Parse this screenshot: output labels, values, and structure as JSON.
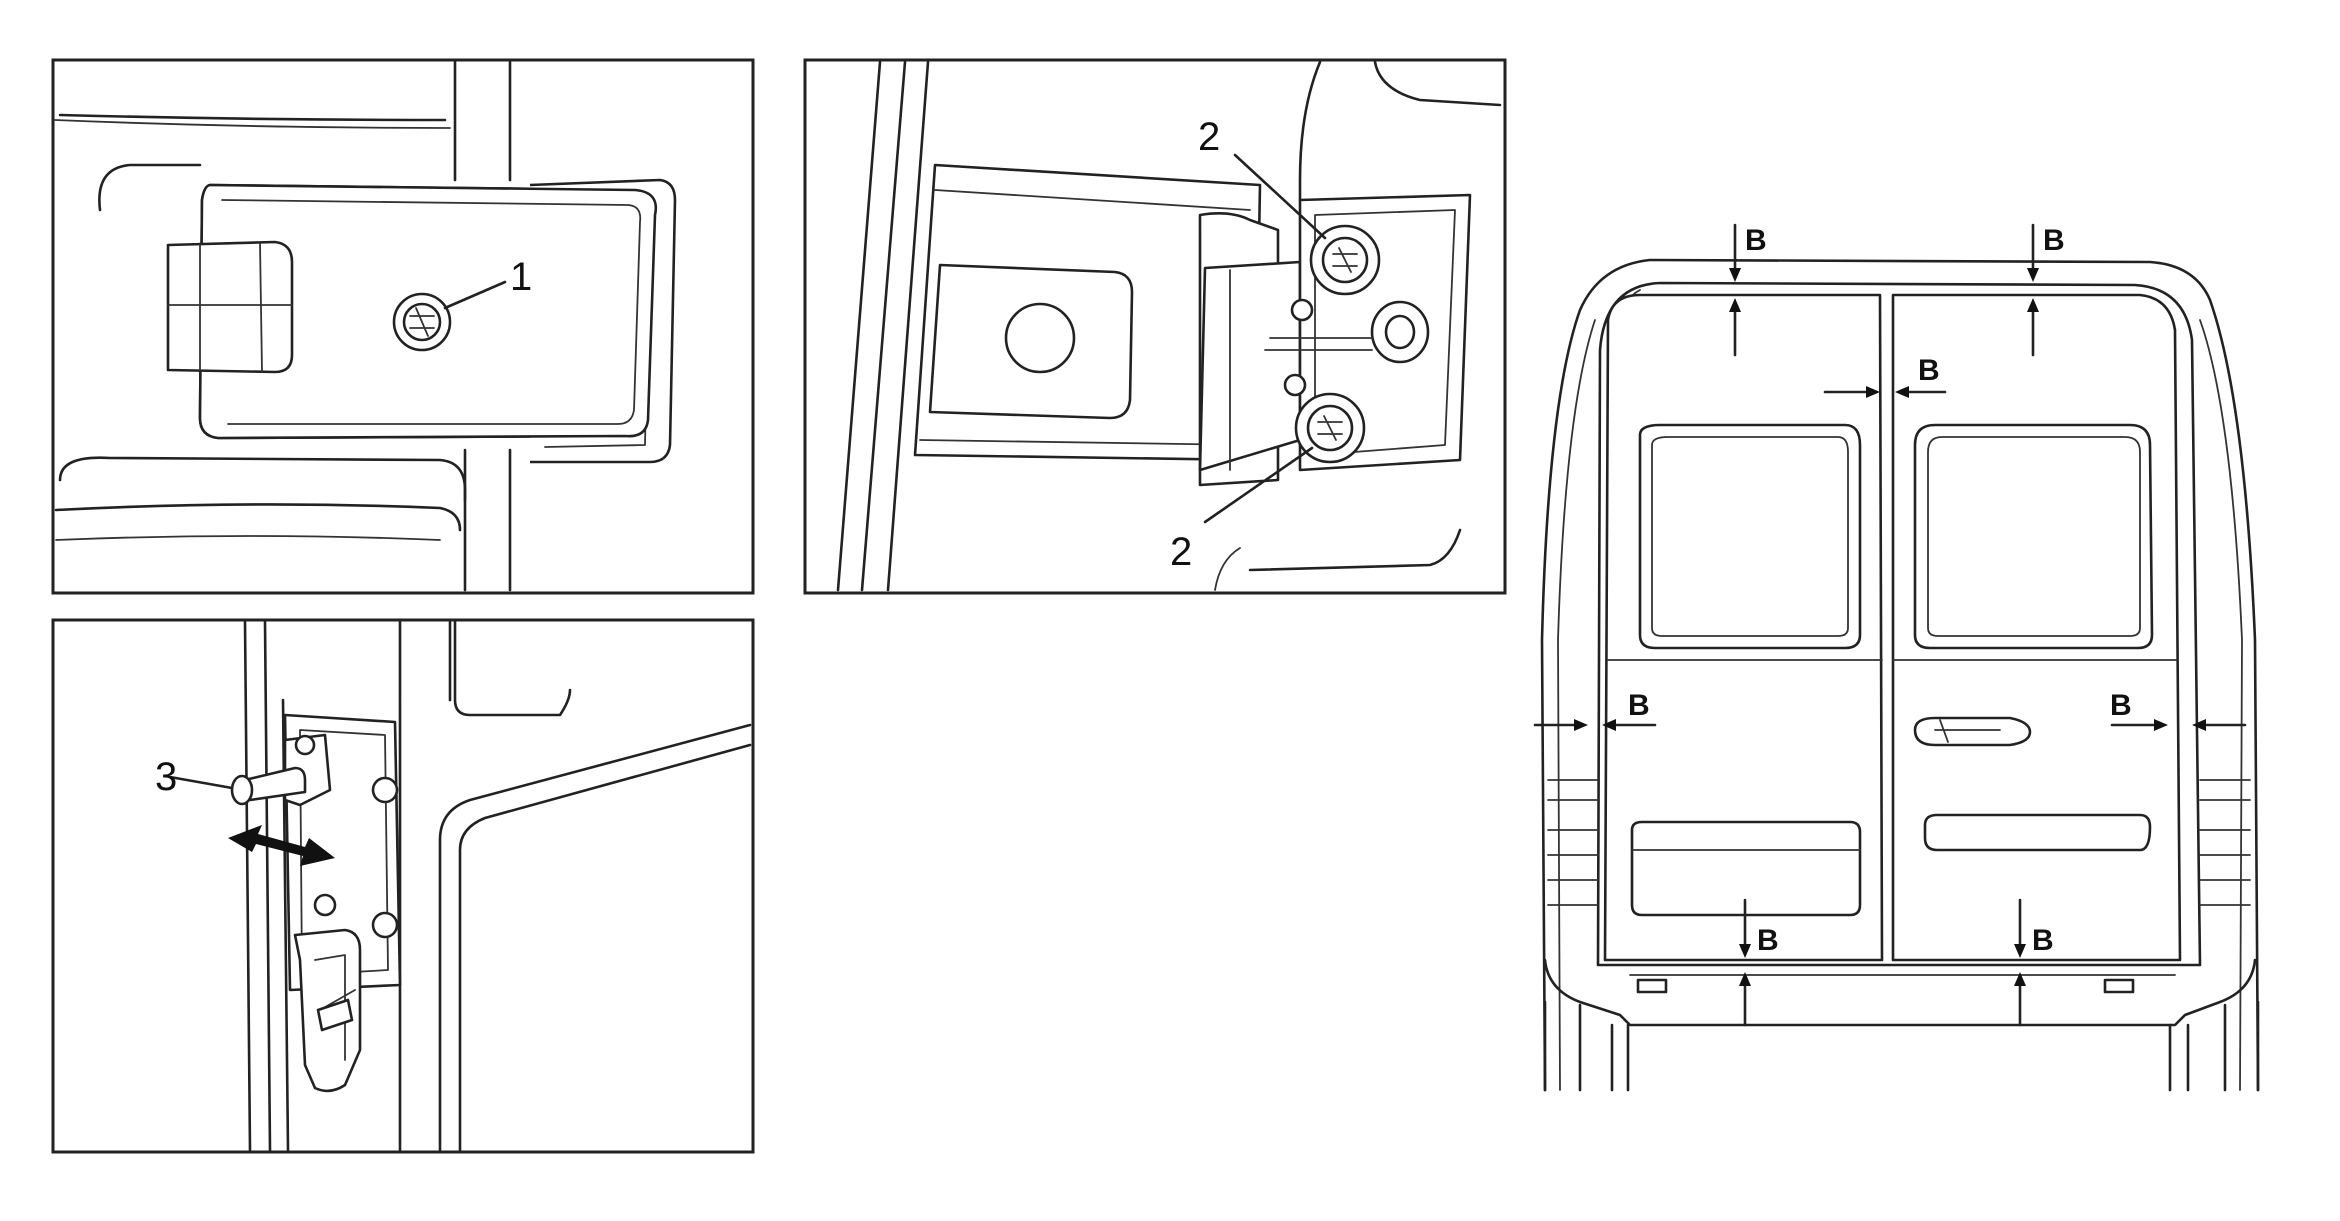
{
  "figure": {
    "panels": [
      {
        "id": "hinge-bolt-detail",
        "callout": "1"
      },
      {
        "id": "hinge-screws-detail",
        "callouts": [
          "2",
          "2"
        ]
      },
      {
        "id": "door-check-detail",
        "callout": "3"
      },
      {
        "id": "rear-doors-gap-overview"
      }
    ],
    "gap_label": "B"
  }
}
